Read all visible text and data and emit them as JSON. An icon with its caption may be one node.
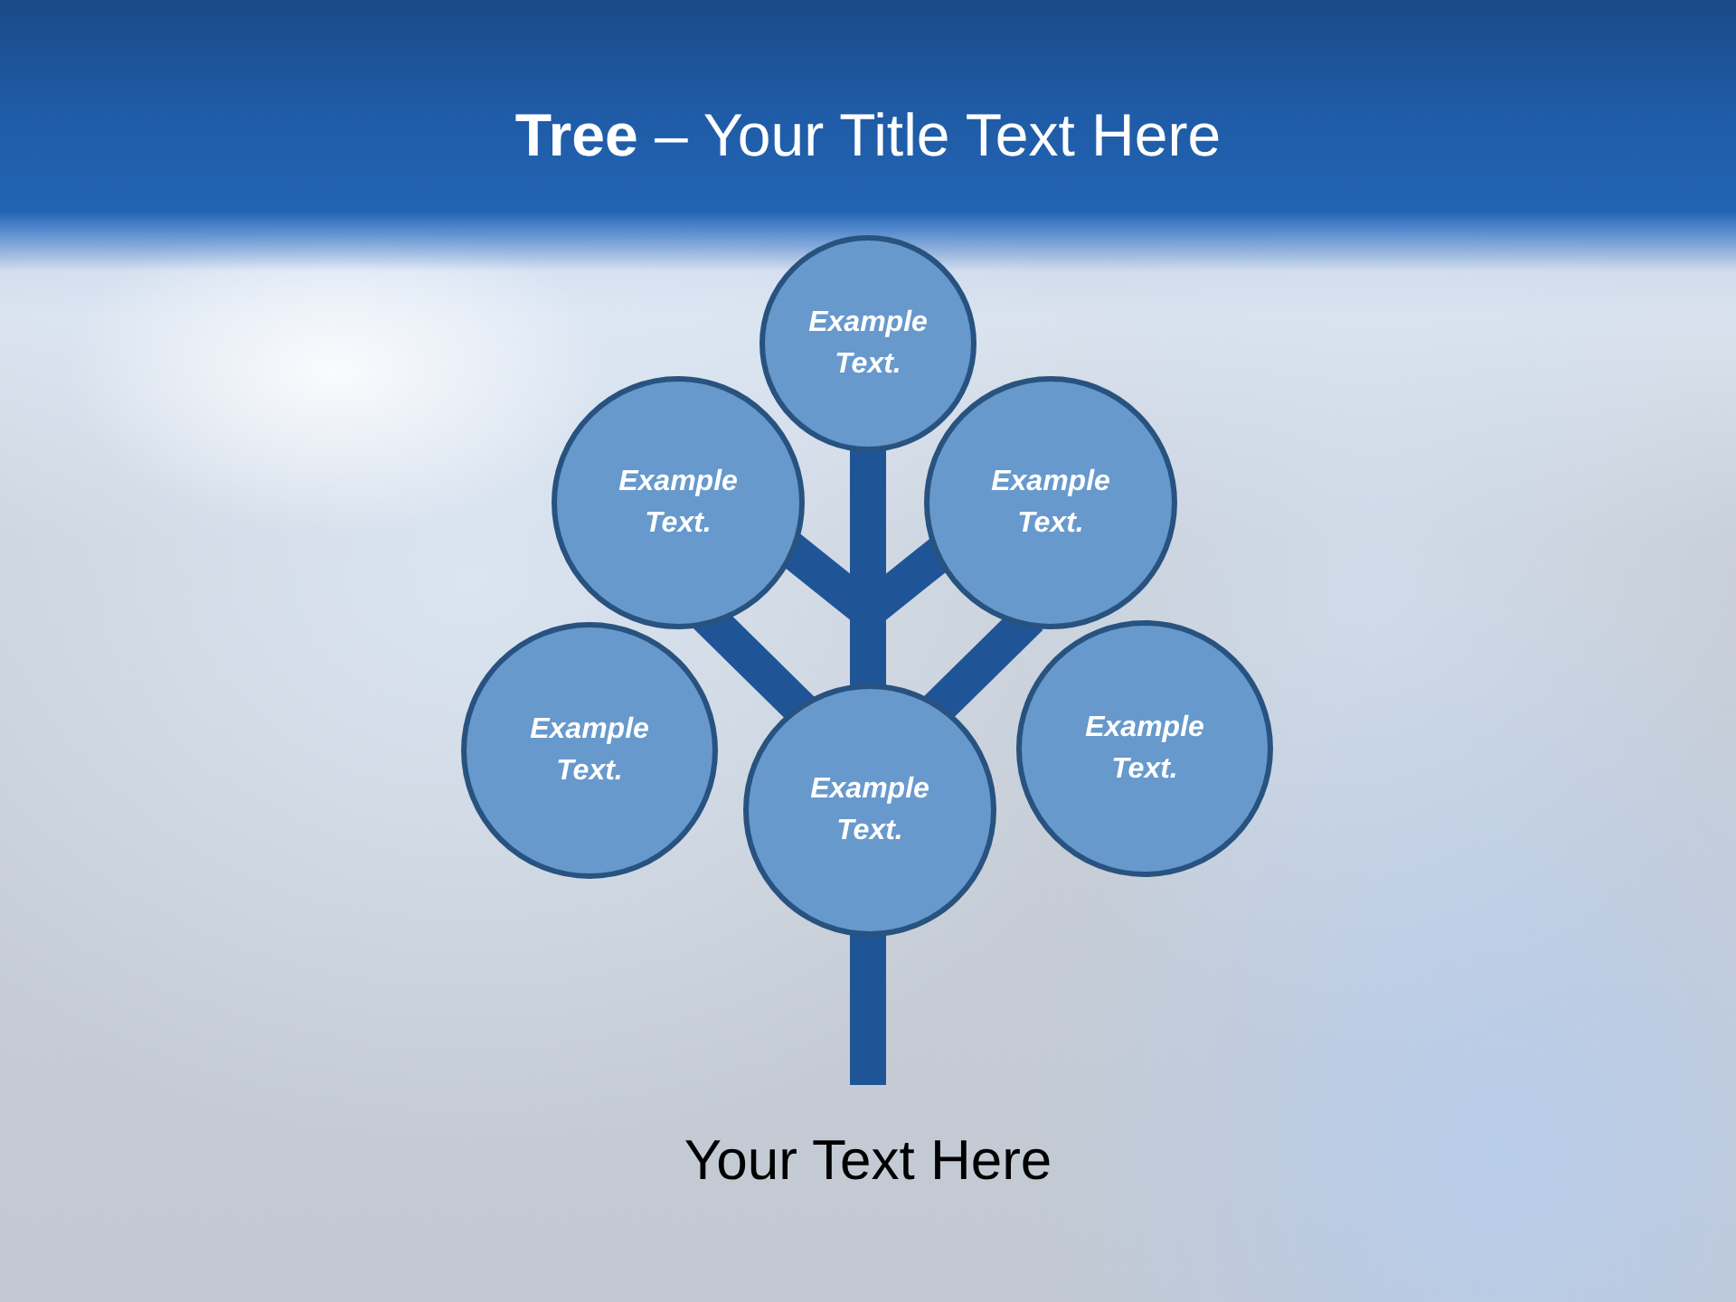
{
  "diagram": {
    "title": "**Tree** – Your Title Text Here",
    "caption": "Your Text Here",
    "nodes": [
      {
        "text": [
          "Example Text."
        ]
      },
      {
        "text": [
          "Example Text."
        ]
      },
      {
        "text": [
          "Example Text."
        ]
      },
      {
        "text": [
          "Example Text."
        ]
      },
      {
        "text": [
          "Example Text."
        ]
      },
      {
        "text": [
          "Example Text."
        ]
      }
    ],
    "edges": [
      {
        "from": 4,
        "to": 0,
        "arrow": "none"
      },
      {
        "from": 4,
        "to": 1,
        "arrow": "none"
      },
      {
        "from": 4,
        "to": 2,
        "arrow": "none"
      },
      {
        "from": 4,
        "to": 1,
        "arrow": "none"
      },
      {
        "from": 4,
        "to": 2,
        "arrow": "none"
      },
      {
        "from": null,
        "to": 4,
        "arrow": "none"
      }
    ]
  }
}
